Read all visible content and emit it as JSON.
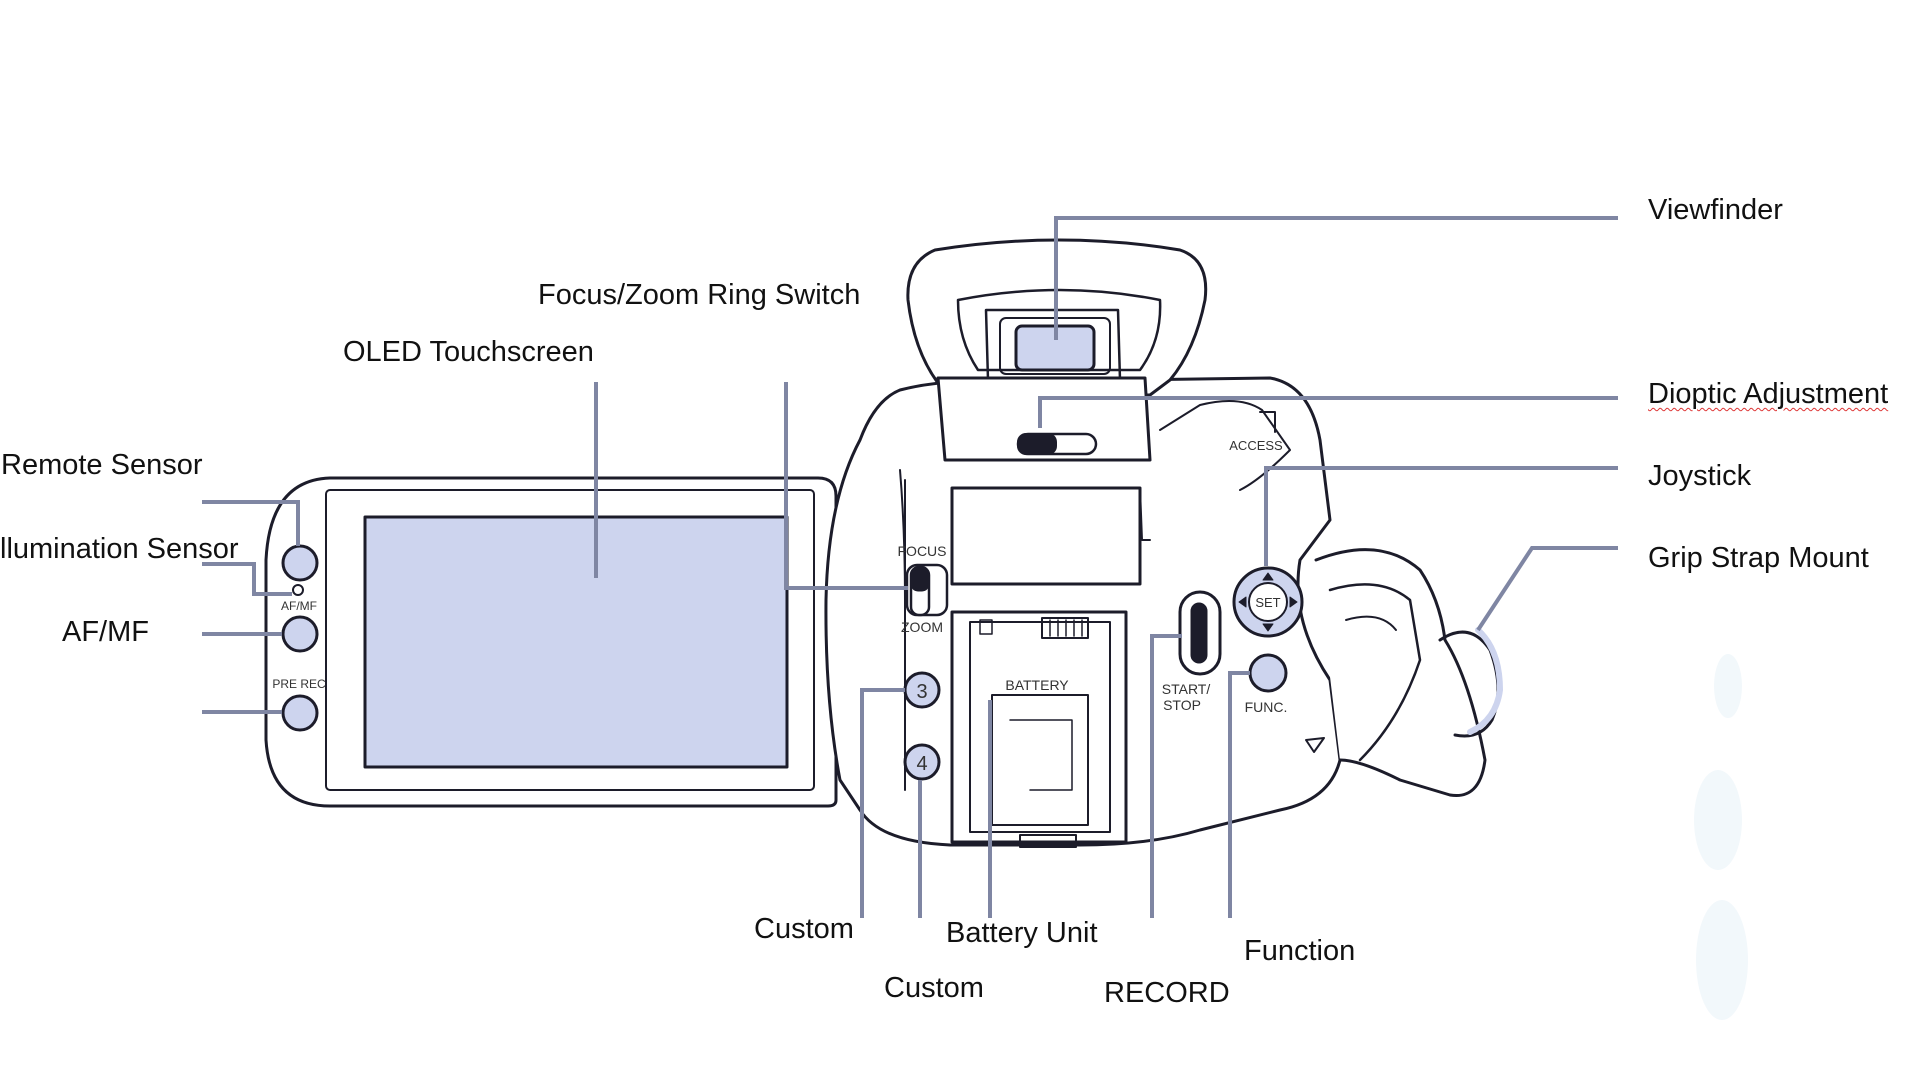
{
  "labels": {
    "viewfinder": "Viewfinder",
    "focus_zoom_ring_switch": "Focus/Zoom Ring Switch",
    "oled_touchscreen": "OLED Touchscreen",
    "dioptic_adjustment": "Dioptic Adjustment",
    "remote_sensor": "Remote Sensor",
    "joystick": "Joystick",
    "illumination_sensor": "llumination Sensor",
    "grip_strap_mount": "Grip Strap Mount",
    "af_mf": "AF/MF",
    "custom_3": "Custom",
    "battery_unit": "Battery Unit",
    "function": "Function",
    "custom_4": "Custom",
    "record": "RECORD"
  },
  "device_markings": {
    "af_mf_button": "AF/MF",
    "pre_rec_button": "PRE REC",
    "focus": "FOCUS",
    "zoom": "ZOOM",
    "custom_button_3": "3",
    "custom_button_4": "4",
    "battery": "BATTERY",
    "start_stop_1": "START/",
    "start_stop_2": "STOP",
    "func": "FUNC.",
    "set": "SET",
    "access": "ACCESS"
  },
  "colors": {
    "leader_line": "#7f86a3",
    "outline": "#1c1c2a",
    "panel_fill": "#cdd4ee",
    "label_text": "#111111"
  }
}
